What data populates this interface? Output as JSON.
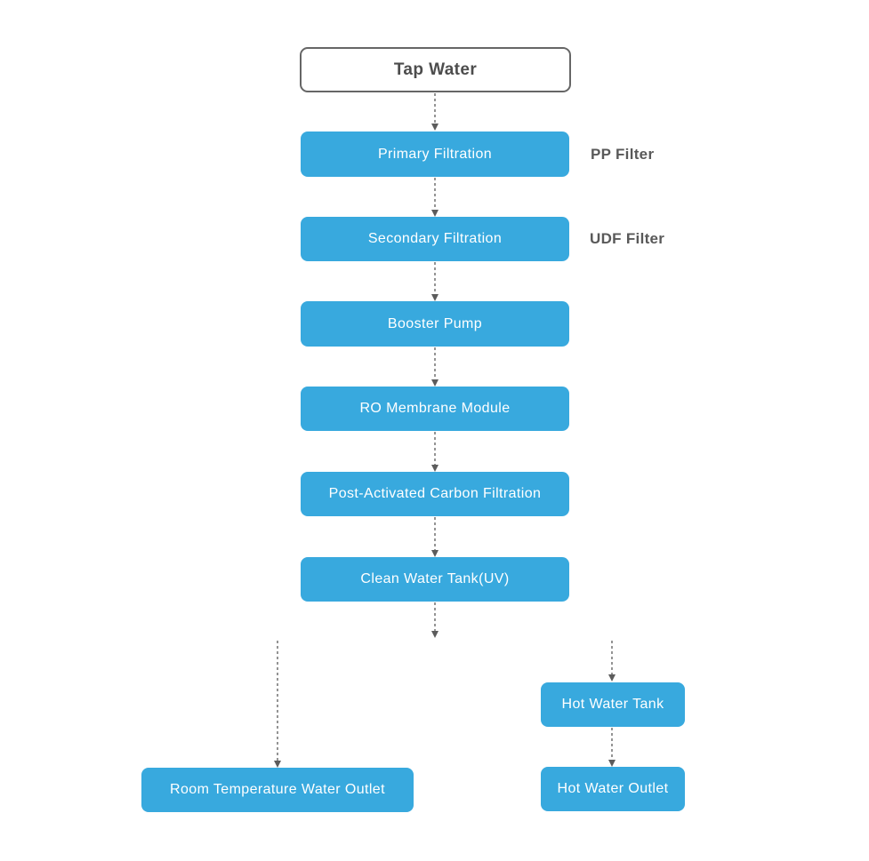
{
  "diagram": {
    "type": "flowchart",
    "topic": "Water purification process",
    "nodes": {
      "tap_water": {
        "label": "Tap Water",
        "shape": "start"
      },
      "primary_filtration": {
        "label": "Primary Filtration",
        "shape": "process"
      },
      "secondary_filtration": {
        "label": "Secondary Filtration",
        "shape": "process"
      },
      "booster_pump": {
        "label": "Booster Pump",
        "shape": "process"
      },
      "ro_membrane_module": {
        "label": "RO Membrane Module",
        "shape": "process"
      },
      "post_activated_carbon_filtration": {
        "label": "Post-Activated Carbon Filtration",
        "shape": "process"
      },
      "clean_water_tank_uv": {
        "label": "Clean Water Tank(UV)",
        "shape": "process"
      },
      "room_temperature_water_outlet": {
        "label": "Room Temperature Water Outlet",
        "shape": "process"
      },
      "hot_water_tank": {
        "label": "Hot Water Tank",
        "shape": "process"
      },
      "hot_water_outlet": {
        "label": "Hot Water Outlet",
        "shape": "process"
      }
    },
    "annotations": {
      "pp_filter": {
        "label": "PP Filter",
        "attached_to": "primary_filtration"
      },
      "udf_filter": {
        "label": "UDF Filter",
        "attached_to": "secondary_filtration"
      }
    },
    "edges": [
      {
        "from": "tap_water",
        "to": "primary_filtration",
        "style": "dashed-arrow"
      },
      {
        "from": "primary_filtration",
        "to": "secondary_filtration",
        "style": "dashed-arrow"
      },
      {
        "from": "secondary_filtration",
        "to": "booster_pump",
        "style": "dashed-arrow"
      },
      {
        "from": "booster_pump",
        "to": "ro_membrane_module",
        "style": "dashed-arrow"
      },
      {
        "from": "ro_membrane_module",
        "to": "post_activated_carbon_filtration",
        "style": "dashed-arrow"
      },
      {
        "from": "post_activated_carbon_filtration",
        "to": "clean_water_tank_uv",
        "style": "dashed-arrow"
      },
      {
        "from": "clean_water_tank_uv",
        "to": "room_temperature_water_outlet",
        "style": "dashed-arrow"
      },
      {
        "from": "clean_water_tank_uv",
        "to": "hot_water_tank",
        "style": "dashed-arrow"
      },
      {
        "from": "hot_water_tank",
        "to": "hot_water_outlet",
        "style": "dashed-arrow"
      }
    ],
    "colors": {
      "process_fill": "#38a9de",
      "process_text": "#ffffff",
      "start_fill": "#ffffff",
      "start_border": "#666666",
      "start_text": "#4d4d4d",
      "annotation_text": "#595959",
      "connector": "#666666",
      "background": "#ffffff"
    }
  }
}
